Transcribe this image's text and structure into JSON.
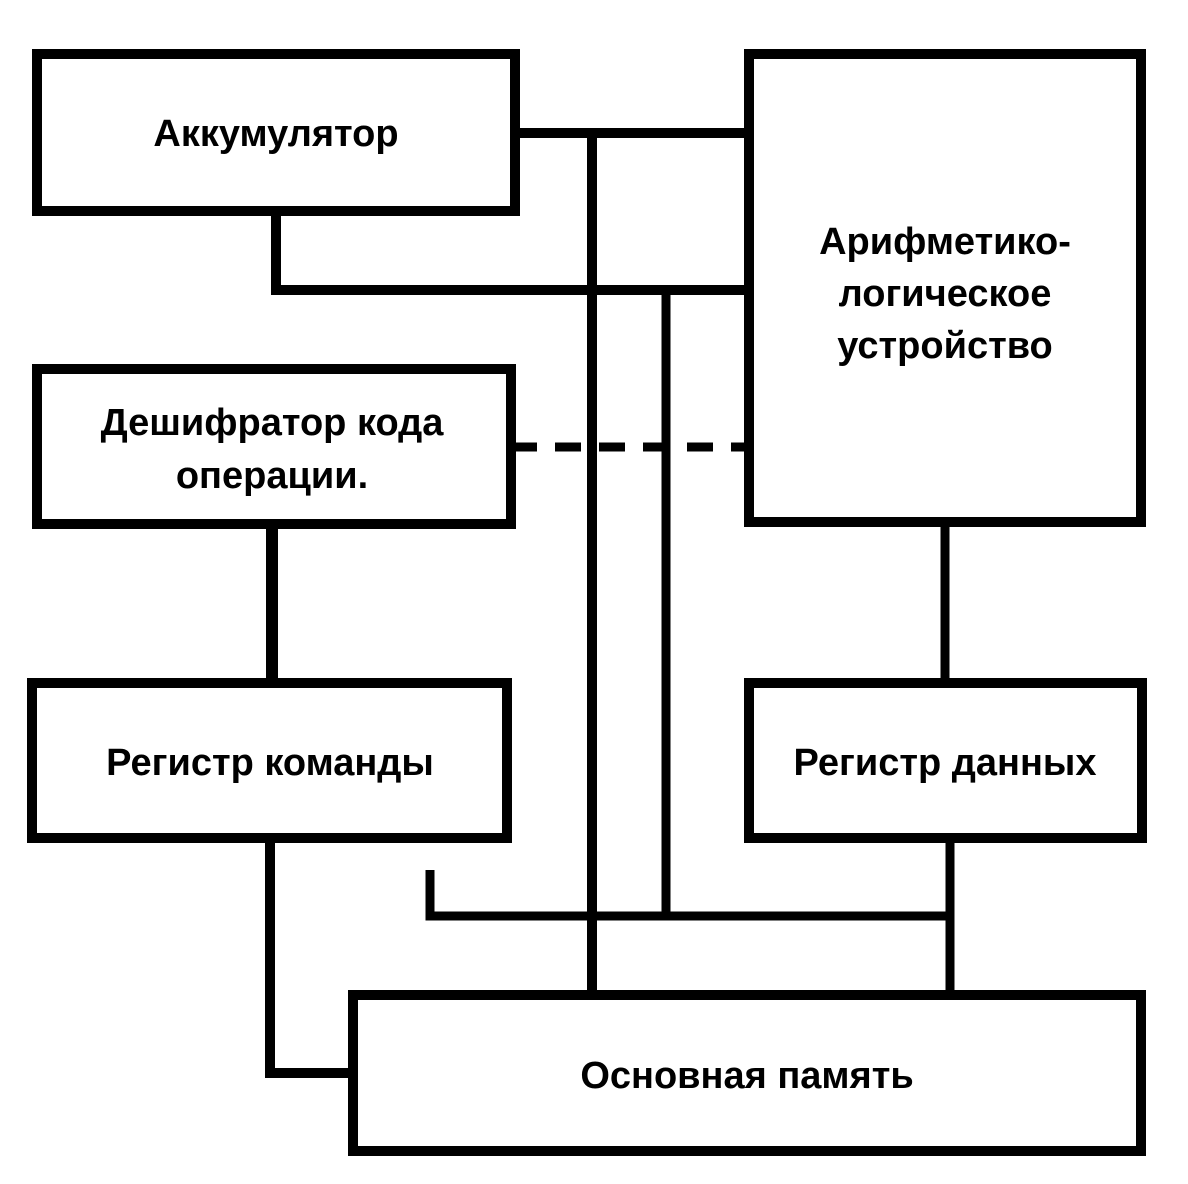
{
  "diagram": {
    "colors": {
      "ink": "#000000",
      "background": "#ffffff"
    },
    "blocks": {
      "accumulator": {
        "label": "Аккумулятор"
      },
      "alu": {
        "line1": "Арифметико-",
        "line2": "логическое",
        "line3": "устройство"
      },
      "opcode_decoder": {
        "line1": "Дешифратор кода",
        "line2": "операции."
      },
      "instruction_register": {
        "label": "Регистр команды"
      },
      "data_register": {
        "label": "Регистр данных"
      },
      "main_memory": {
        "label": "Основная память"
      }
    },
    "connections": [
      {
        "from": "accumulator",
        "to": "alu",
        "style": "solid"
      },
      {
        "from": "alu",
        "to": "accumulator",
        "style": "solid"
      },
      {
        "from": "opcode_decoder",
        "to": "alu",
        "style": "dashed"
      },
      {
        "from": "instruction_register",
        "to": "opcode_decoder",
        "style": "solid"
      },
      {
        "from": "instruction_register",
        "to": "main_memory",
        "style": "solid"
      },
      {
        "from": "accumulator",
        "to": "main_memory",
        "style": "solid"
      },
      {
        "from": "main_memory",
        "to": "data_register",
        "style": "solid"
      },
      {
        "from": "data_register",
        "to": "alu",
        "style": "solid"
      }
    ]
  }
}
